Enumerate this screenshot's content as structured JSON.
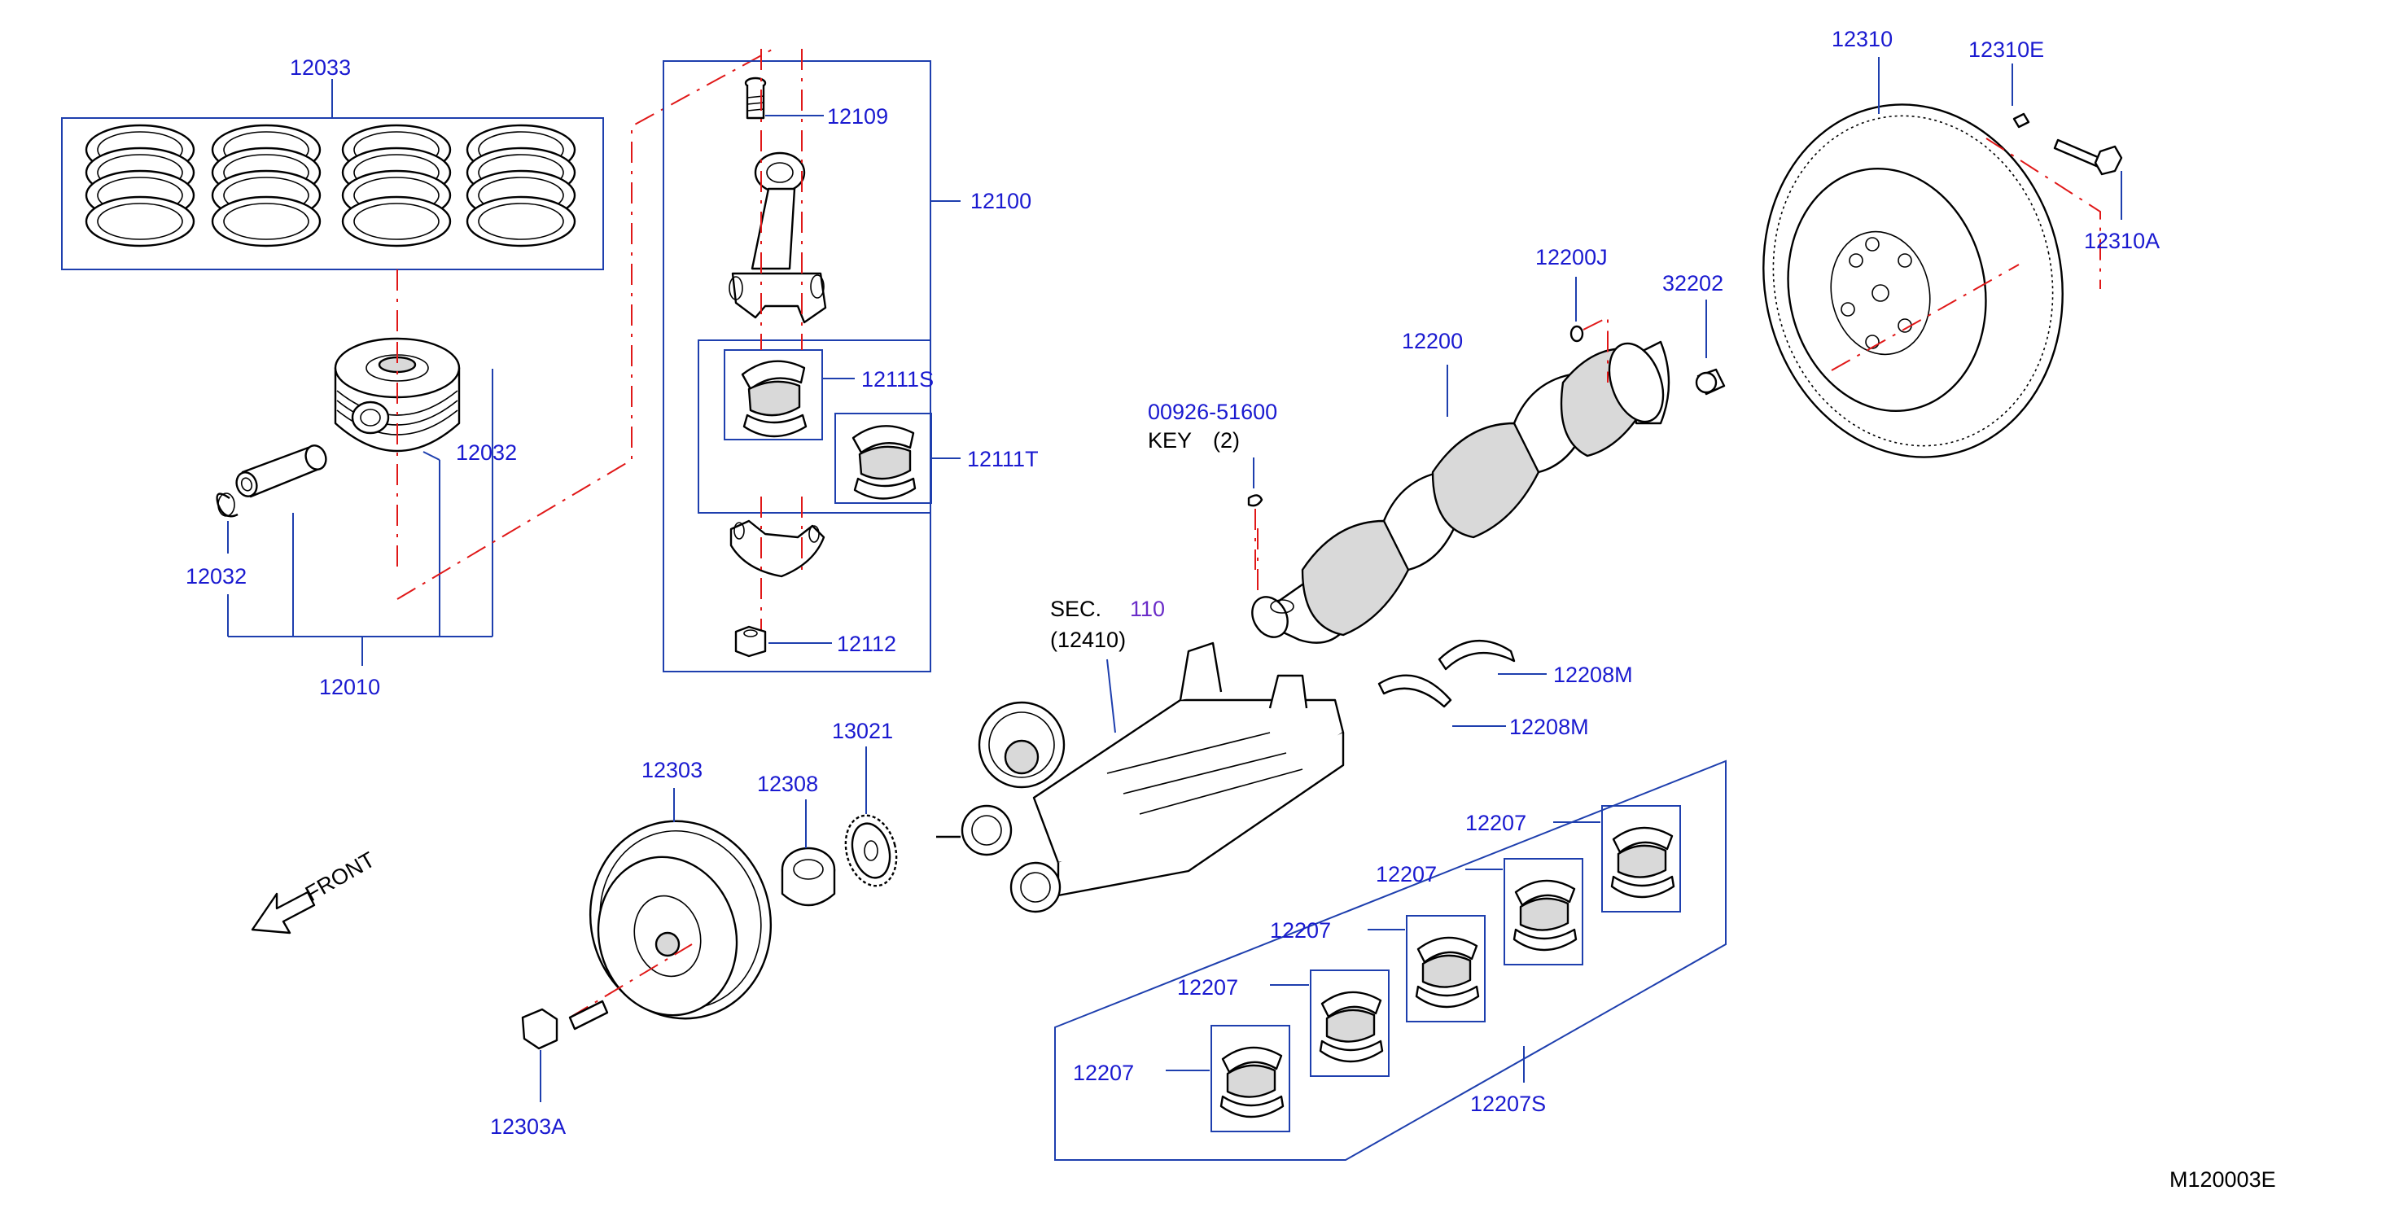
{
  "diagram_code": "M120003E",
  "colors": {
    "label": "#1a1ad0",
    "leader": "#1e3fae",
    "centerline": "#e01818",
    "outline": "#000000"
  },
  "labels": {
    "rings_set": "12033",
    "con_rod_bolt": "12109",
    "con_rod_assy": "12100",
    "con_rod_bearing_s": "12111S",
    "con_rod_bearing_t": "12111T",
    "con_rod_nut": "12112",
    "snap_ring": "12032",
    "piston_pin_ref": "12032",
    "piston_assy": "12010",
    "sec_ref": "SEC.",
    "sec_num": "110",
    "sec_part": "(12410)",
    "crankshaft": "12200",
    "crank_plug": "12200J",
    "key_part": "00926-51600",
    "key_label": "KEY",
    "key_qty": "(2)",
    "thrust_washer_upper": "12208M",
    "thrust_washer_lower": "12208M",
    "pulley": "12303",
    "pulley_bolt": "12303A",
    "spacer": "12308",
    "gear": "13021",
    "front_label": "FRONT",
    "flywheel": "12310",
    "dowel_pin": "12310E",
    "flywheel_bolt": "12310A",
    "pilot_bushing": "32202",
    "main_bearing_1": "12207",
    "main_bearing_2": "12207",
    "main_bearing_3": "12207",
    "main_bearing_4": "12207",
    "main_bearing_5": "12207",
    "main_bearing_set": "12207S"
  },
  "icons": [
    "piston-ring-icon",
    "piston-icon",
    "piston-pin-icon",
    "snap-ring-icon",
    "connecting-rod-icon",
    "bearing-shell-icon",
    "crankshaft-icon",
    "flywheel-icon",
    "crank-pulley-icon",
    "balancer-shaft-icon",
    "arrow-front-icon"
  ]
}
